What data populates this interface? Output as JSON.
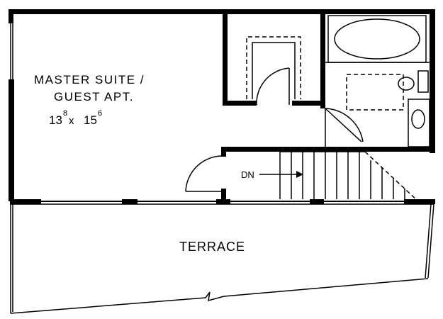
{
  "rooms": {
    "master": {
      "name_line1": "MASTER SUITE /",
      "name_line2": "GUEST APT.",
      "dim_width_ft": "13",
      "dim_width_in": "8",
      "dim_sep": "x",
      "dim_length_ft": "15",
      "dim_length_in": "6"
    },
    "terrace": {
      "name": "TERRACE"
    }
  },
  "stairs": {
    "direction": "DN"
  }
}
